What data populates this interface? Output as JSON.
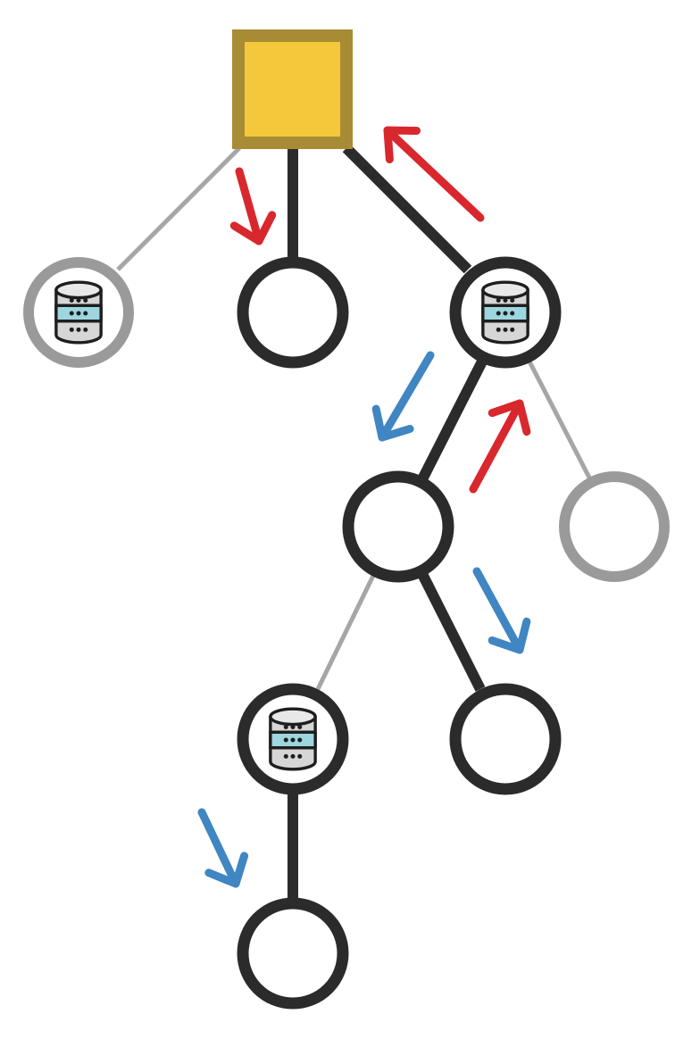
{
  "colors": {
    "root_fill": "#f5c73a",
    "root_border": "#a88b35",
    "active": "#2b2b2b",
    "inactive": "#9a9a9a",
    "upward_arrow": "#d9272e",
    "downward_arrow": "#3f86c2",
    "db_band": "#9dd6df",
    "db_body": "#d6d6d6"
  },
  "nodes": [
    {
      "id": "root",
      "shape": "square"
    },
    {
      "id": "n1",
      "database": true,
      "inactive": true
    },
    {
      "id": "n2",
      "database": false,
      "inactive": false
    },
    {
      "id": "n3",
      "database": true,
      "inactive": false
    },
    {
      "id": "n4",
      "database": false,
      "inactive": false
    },
    {
      "id": "n5",
      "database": false,
      "inactive": true
    },
    {
      "id": "n6",
      "database": true,
      "inactive": false
    },
    {
      "id": "n7",
      "database": false,
      "inactive": false
    },
    {
      "id": "n8",
      "database": false,
      "inactive": false
    }
  ]
}
